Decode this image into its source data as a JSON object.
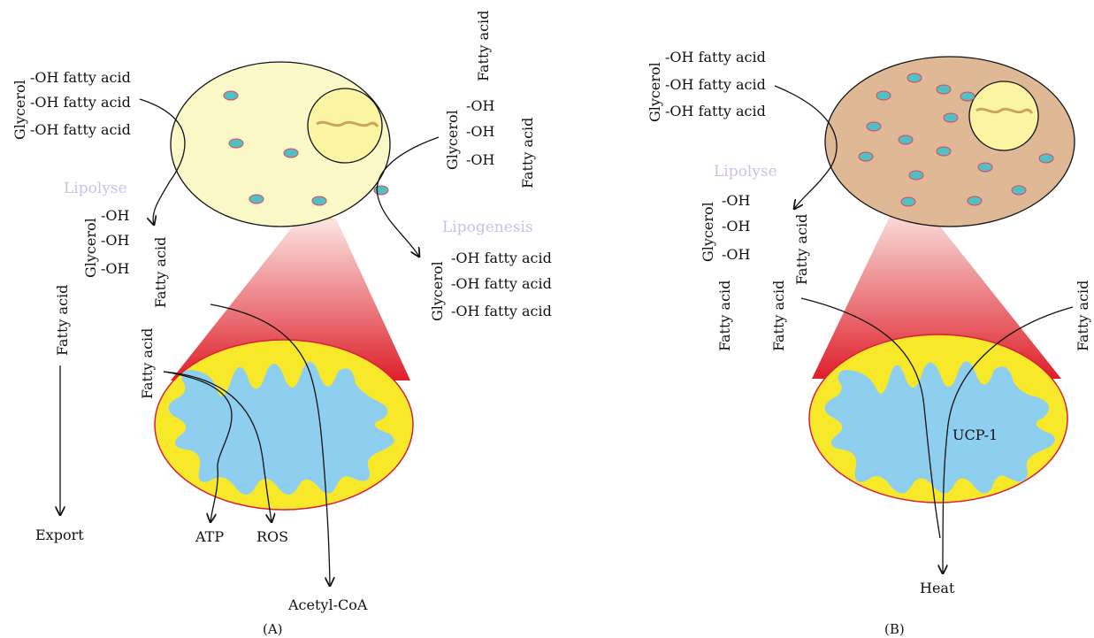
{
  "panel_a": {
    "caption": "(A)",
    "top_left": {
      "glycerol": "Glycerol",
      "oh_fa_1": "-OH fatty acid",
      "oh_fa_2": "-OH fatty acid",
      "oh_fa_3": "-OH fatty acid"
    },
    "top_right": {
      "fatty_acid_top": "Fatty acid",
      "glycerol": "Glycerol",
      "oh_1": "-OH",
      "oh_2": "-OH",
      "oh_3": "-OH",
      "fatty_acid_side": "Fatty acid"
    },
    "lipolyse": "Lipolyse",
    "lipolysis_products": {
      "glycerol": "Glycerol",
      "oh_1": "-OH",
      "oh_2": "-OH",
      "oh_3": "-OH",
      "fatty_acid": "Fatty acid"
    },
    "lipogenesis": "Lipogenesis",
    "lipogenesis_products": {
      "glycerol": "Glycerol",
      "oh_fa_1": "-OH fatty acid",
      "oh_fa_2": "-OH fatty acid",
      "oh_fa_3": "-OH fatty acid"
    },
    "export_fatty_acid": "Fatty acid",
    "export": "Export",
    "mito_fatty_acid": "Fatty acid",
    "atp": "ATP",
    "ros": "ROS",
    "acetyl_coa": "Acetyl-CoA"
  },
  "panel_b": {
    "caption": "(B)",
    "top_left": {
      "glycerol": "Glycerol",
      "oh_fa_1": "-OH fatty acid",
      "oh_fa_2": "-OH fatty acid",
      "oh_fa_3": "-OH fatty acid"
    },
    "lipolyse": "Lipolyse",
    "lipolysis_products": {
      "glycerol": "Glycerol",
      "oh_1": "-OH",
      "oh_2": "-OH",
      "oh_3": "-OH",
      "fatty_acid": "Fatty acid"
    },
    "fatty_acid_left_1": "Fatty acid",
    "fatty_acid_left_2": "Fatty acid",
    "fatty_acid_right": "Fatty acid",
    "ucp1": "UCP-1",
    "heat": "Heat"
  },
  "colors": {
    "white_adipocyte": "#fbf8c8",
    "brown_adipocyte": "#dfb896",
    "nucleus": "#fbf5a3",
    "lipid_droplet": "#4fc1c5",
    "mito_outer": "#f8e82a",
    "mito_inner": "#8ecff0",
    "mito_border": "#d8203a",
    "funnel_red": "#e02a32",
    "label_purple": "#c4c4e8"
  }
}
